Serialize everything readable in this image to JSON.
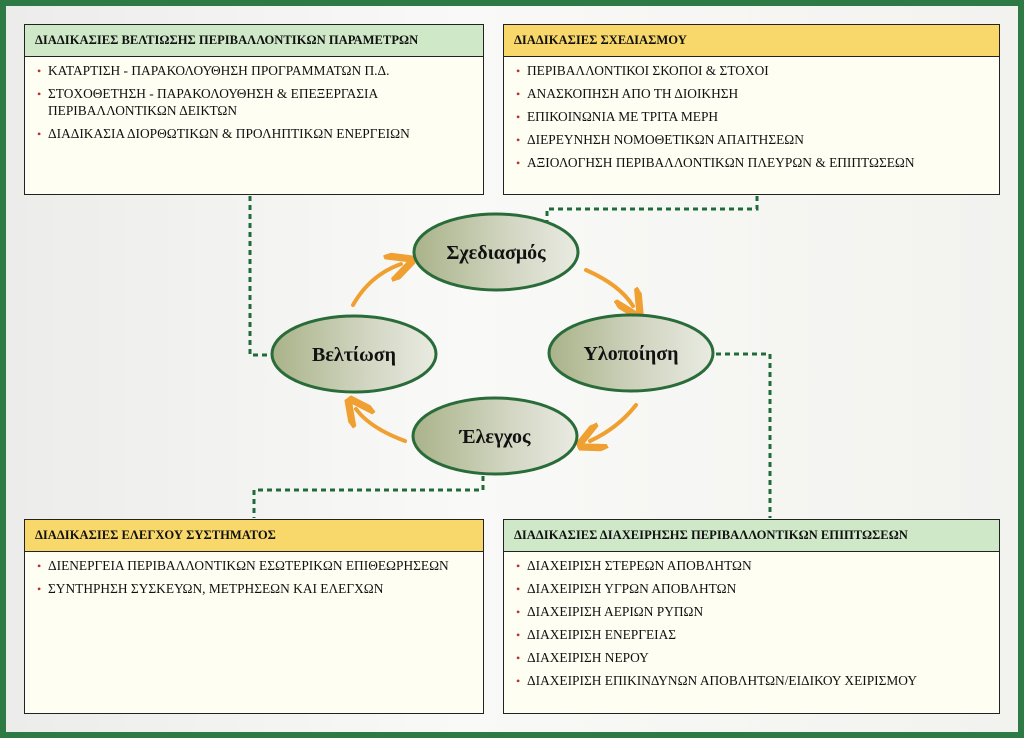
{
  "panels": {
    "improvement": {
      "title": "ΔΙΑΔΙΚΑΣΙΕΣ ΒΕΛΤΙΩΣΗΣ ΠΕΡΙΒΑΛΛΟΝΤΙΚΩΝ ΠΑΡΑΜΕΤΡΩΝ",
      "header_color": "#cfe8c8",
      "items": [
        "ΚΑΤΑΡΤΙΣΗ - ΠΑΡΑΚΟΛΟΥΘΗΣΗ ΠΡΟΓΡΑΜΜΑΤΩΝ Π.Δ.",
        "ΣΤΟΧΟΘΕΤΗΣΗ - ΠΑΡΑΚΟΛΟΥΘΗΣΗ & ΕΠΕΞΕΡΓΑΣΙΑ ΠΕΡΙΒΑΛΛΟΝΤΙΚΩΝ ΔΕΙΚΤΩΝ",
        "ΔΙΑΔΙΚΑΣΙΑ ΔΙΟΡΘΩΤΙΚΩΝ & ΠΡΟΛΗΠΤΙΚΩΝ ΕΝΕΡΓΕΙΩΝ"
      ]
    },
    "planning": {
      "title": "ΔΙΑΔΙΚΑΣΙΕΣ ΣΧΕΔΙΑΣΜΟΥ",
      "header_color": "#f8d86a",
      "items": [
        "ΠΕΡΙΒΑΛΛΟΝΤΙΚΟΙ ΣΚΟΠΟΙ & ΣΤΟΧΟΙ",
        "ΑΝΑΣΚΟΠΗΣΗ ΑΠΟ ΤΗ ΔΙΟΙΚΗΣΗ",
        "ΕΠΙΚΟΙΝΩΝΙΑ ΜΕ ΤΡΙΤΑ ΜΕΡΗ",
        "ΔΙΕΡΕΥΝΗΣΗ ΝΟΜΟΘΕΤΙΚΩΝ ΑΠΑΙΤΗΣΕΩΝ",
        "ΑΞΙΟΛΟΓΗΣΗ ΠΕΡΙΒΑΛΛΟΝΤΙΚΩΝ ΠΛΕΥΡΩΝ & ΕΠΙΠΤΩΣΕΩΝ"
      ]
    },
    "control": {
      "title": "ΔΙΑΔΙΚΑΣΙΕΣ ΕΛΕΓΧΟΥ ΣΥΣΤΗΜΑΤΟΣ",
      "header_color": "#f8d86a",
      "items": [
        "ΔΙΕΝΕΡΓΕΙΑ ΠΕΡΙΒΑΛΛΟΝΤΙΚΩΝ ΕΣΩΤΕΡΙΚΩΝ ΕΠΙΘΕΩΡΗΣΕΩΝ",
        "ΣΥΝΤΗΡΗΣΗ ΣΥΣΚΕΥΩΝ, ΜΕΤΡΗΣΕΩΝ ΚΑΙ ΕΛΕΓΧΩΝ"
      ]
    },
    "impacts": {
      "title": "ΔΙΑΔΙΚΑΣΙΕΣ ΔΙΑΧΕΙΡΗΣΗΣ ΠΕΡΙΒΑΛΛΟΝΤΙΚΩΝ ΕΠΙΠΤΩΣΕΩΝ",
      "header_color": "#cfe8c8",
      "items": [
        "ΔΙΑΧΕΙΡΙΣΗ ΣΤΕΡΕΩΝ ΑΠΟΒΛΗΤΩΝ",
        "ΔΙΑΧΕΙΡΙΣΗ ΥΓΡΩΝ ΑΠΟΒΛΗΤΩΝ",
        "ΔΙΑΧΕΙΡΙΣΗ ΑΕΡΙΩΝ ΡΥΠΩΝ",
        "ΔΙΑΧΕΙΡΙΣΗ ΕΝΕΡΓΕΙΑΣ",
        "ΔΙΑΧΕΙΡΙΣΗ ΝΕΡΟΥ",
        "ΔΙΑΧΕΙΡΙΣΗ ΕΠΙΚΙΝΔΥΝΩΝ ΑΠΟΒΛΗΤΩΝ/ΕΙΔΙΚΟΥ ΧΕΙΡΙΣΜΟΥ"
      ]
    }
  },
  "cycle": {
    "planning": "Σχεδιασμός",
    "implementation": "Υλοποίηση",
    "control": "Έλεγχος",
    "improvement": "Βελτίωση"
  },
  "colors": {
    "frame": "#2e7a45",
    "connector": "#1f6b3a",
    "arrow": "#f0a030",
    "bullet": "#c0312b"
  }
}
